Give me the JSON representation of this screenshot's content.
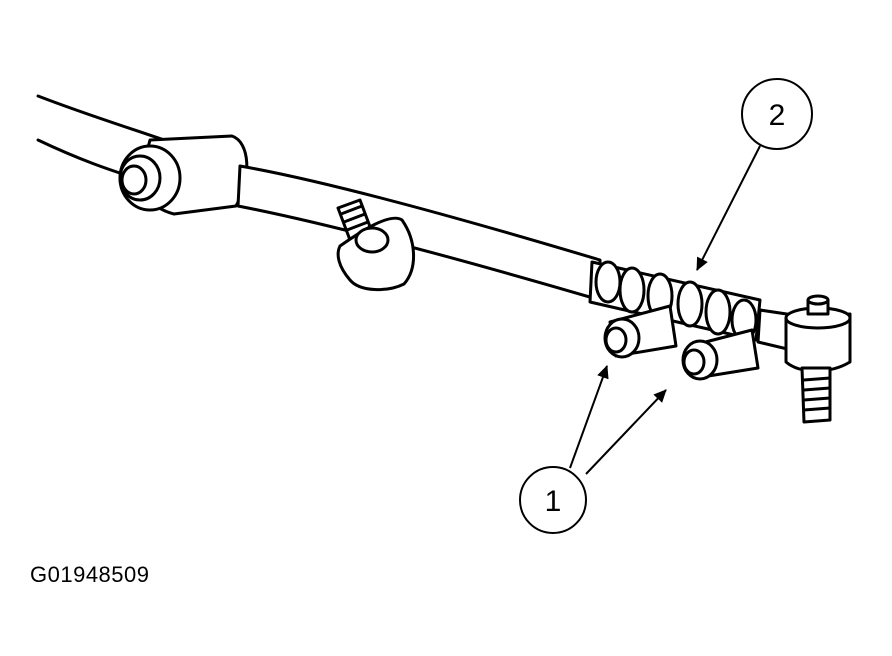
{
  "figure": {
    "id": "G01948509",
    "stroke_color": "#000000",
    "fill_color": "#ffffff"
  },
  "callouts": [
    {
      "label": "1",
      "target": "adjusting-sleeve-clamp-bolts"
    },
    {
      "label": "2",
      "target": "adjusting-sleeve"
    }
  ]
}
